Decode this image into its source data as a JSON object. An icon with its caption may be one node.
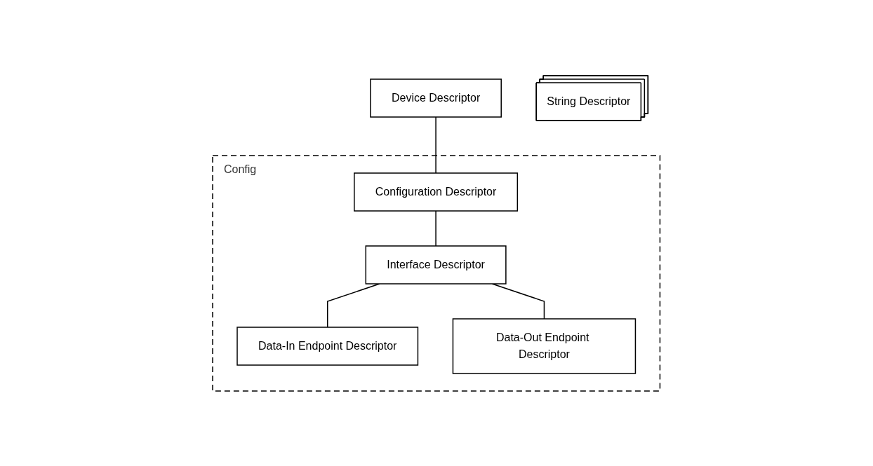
{
  "diagram": {
    "nodes": [
      {
        "text": [
          "Device Descriptor"
        ]
      },
      {
        "text": [
          "Config"
        ]
      },
      {
        "text": [
          "Configuration Descriptor"
        ],
        "in": 1
      },
      {
        "text": [
          "Interface Descriptor"
        ],
        "in": 1
      },
      {
        "text": [
          "Data-In Endpoint Descriptor"
        ],
        "in": 1
      },
      {
        "text": [
          "Data-Out Endpoint Descriptor"
        ],
        "in": 1
      },
      {
        "text": [
          "String Descriptor"
        ]
      }
    ],
    "edges": [
      {
        "from": 0,
        "to": 2,
        "arrow": "none"
      },
      {
        "from": 2,
        "to": 3,
        "arrow": "none"
      },
      {
        "from": 3,
        "to": 4,
        "arrow": "none"
      },
      {
        "from": 3,
        "to": 5,
        "arrow": "none"
      }
    ]
  }
}
